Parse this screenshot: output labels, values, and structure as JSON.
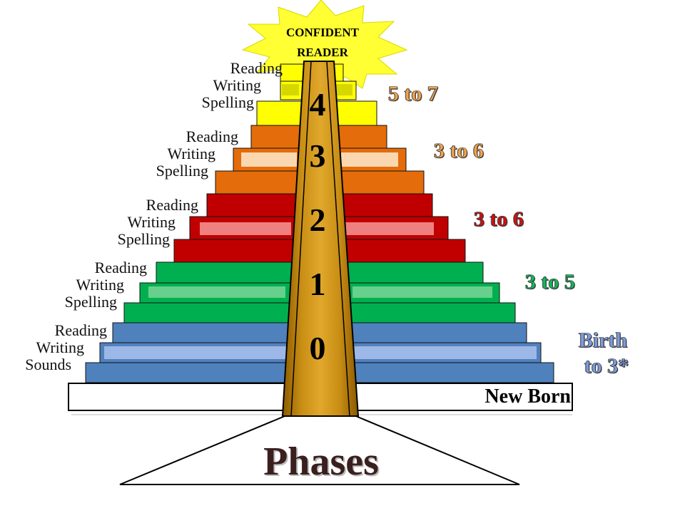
{
  "burst_text": "CONFIDENT\nREADER",
  "burst_line1": "CONFIDENT",
  "burst_line2": "READER",
  "tiers": [
    {
      "phase": "4",
      "lines": [
        "Reading",
        "Writing",
        "Spelling"
      ],
      "age": "5 to 7",
      "color": "#ffff00",
      "age_color": "#f39a3c"
    },
    {
      "phase": "3",
      "lines": [
        "Reading",
        "Writing",
        "Spelling"
      ],
      "age": "3 to 6",
      "color": "#e46c0a",
      "age_color": "#f39a3c"
    },
    {
      "phase": "2",
      "lines": [
        "Reading",
        "Writing",
        "Spelling"
      ],
      "age": "3 to 6",
      "color": "#c00000",
      "age_color": "#c00000"
    },
    {
      "phase": "1",
      "lines": [
        "Reading",
        "Writing",
        "Spelling"
      ],
      "age": "3 to 5",
      "color": "#00b050",
      "age_color": "#00b050"
    },
    {
      "phase": "0",
      "lines": [
        "Reading",
        "Writing",
        "Sounds"
      ],
      "age_line1": "Birth",
      "age_line2": "to 3*",
      "color": "#4f81bd",
      "age_color": "#6f8fd0"
    }
  ],
  "base_label": "New Born",
  "footer_label": "Phases",
  "colors": {
    "column": "#c08a1a",
    "column_dark": "#8a5a00",
    "burst": "#ffff33"
  }
}
